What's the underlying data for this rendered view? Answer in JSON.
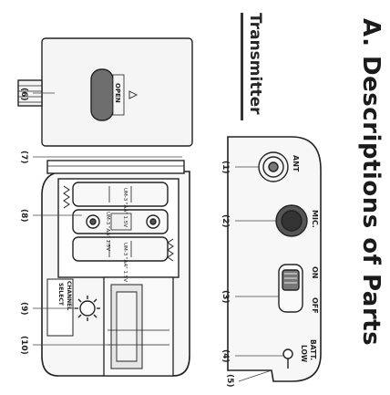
{
  "title": "A. Descriptions of Parts",
  "subtitle": "Transmitter",
  "callouts": {
    "c1": "(1)",
    "c2": "(2)",
    "c3": "(3)",
    "c4": "(4)",
    "c5": "(5)",
    "c6": "(6)",
    "c7": "(7)",
    "c8": "(8)",
    "c9": "(9)",
    "c10": "(10)"
  },
  "labels": {
    "ant": "ANT",
    "mic": "MIC.",
    "on": "ON",
    "off": "OFF",
    "batt": "BATT.",
    "low": "LOW",
    "open": "OPEN",
    "battery_top": "UM-3 \"AA\" 1.5V",
    "battery_middle": "UM-3 \"AA\" 1.5V",
    "battery_bottom": "UM-3 \"AA\" 1.5V",
    "channel": "CHANNEL",
    "select": "SELECT"
  },
  "colors": {
    "ink": "#222222",
    "shade": "#cfcfcf",
    "rule": "#333333"
  }
}
